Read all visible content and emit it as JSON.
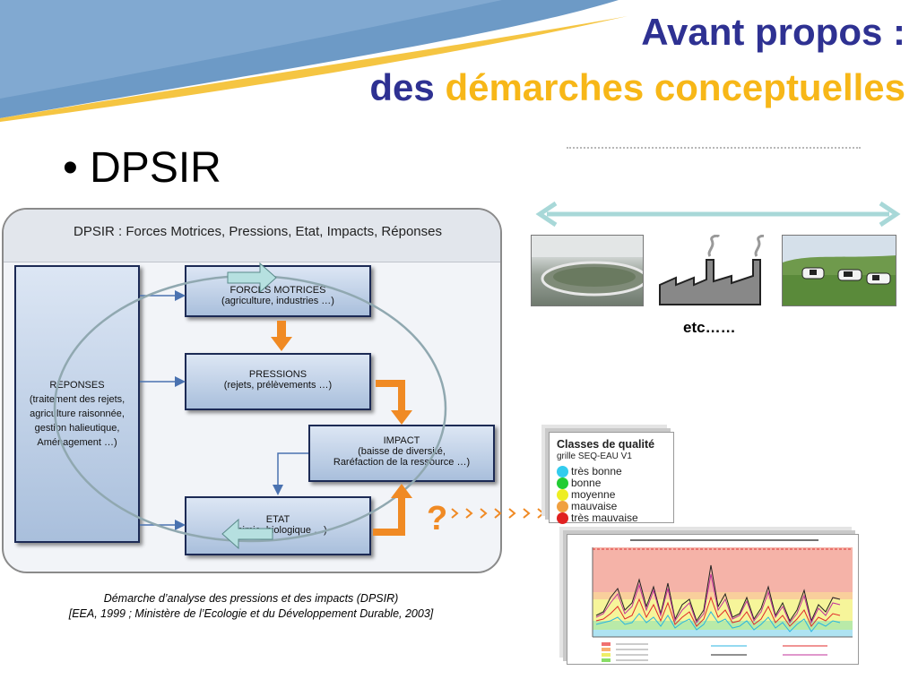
{
  "title": {
    "line1": "Avant propos :",
    "line2_part1": "des",
    "line2_part2": "démarches conceptuelles"
  },
  "bullet": "• DPSIR",
  "diagram": {
    "panel_title": "DPSIR : Forces Motrices, Pressions, Etat, Impacts, Réponses",
    "forces": {
      "title": "FORCES MOTRICES",
      "detail": "(agriculture, industries …)"
    },
    "pressions": {
      "title": "PRESSIONS",
      "detail": "(rejets, prélèvements …)"
    },
    "impact": {
      "title": "IMPACT",
      "line1": "(baisse de diversité,",
      "line2": "Raréfaction de la ressource …)"
    },
    "etat": {
      "title": "ETAT",
      "detail": "(chimie, biologique …)"
    },
    "reponses": {
      "title": "REPONSES",
      "lines": [
        "(traitement des rejets,",
        "agriculture raisonnée,",
        "gestion halieutique,",
        "Aménagement …)"
      ]
    }
  },
  "caption": {
    "line1": "Démarche d’analyse des pressions et des impacts (DPSIR)",
    "line2": "[EEA, 1999 ; Ministère de l’Ecologie et du Développement Durable, 2003]"
  },
  "etc_label": "etc……",
  "question_mark": "?",
  "quality": {
    "title": "Classes de qualité",
    "subtitle": "grille SEQ-EAU V1",
    "classes": [
      {
        "label": "très bonne",
        "color": "#33ccee"
      },
      {
        "label": "bonne",
        "color": "#22cc33"
      },
      {
        "label": "moyenne",
        "color": "#eeee22"
      },
      {
        "label": "mauvaise",
        "color": "#f0a040"
      },
      {
        "label": "très mauvaise",
        "color": "#e02020"
      }
    ]
  },
  "colors": {
    "title_blue": "#2e3192",
    "title_yellow": "#f7b718",
    "arrow_orange": "#f08a24",
    "arrow_teal": "#a8d8d8",
    "box_border": "#1c2a55"
  }
}
